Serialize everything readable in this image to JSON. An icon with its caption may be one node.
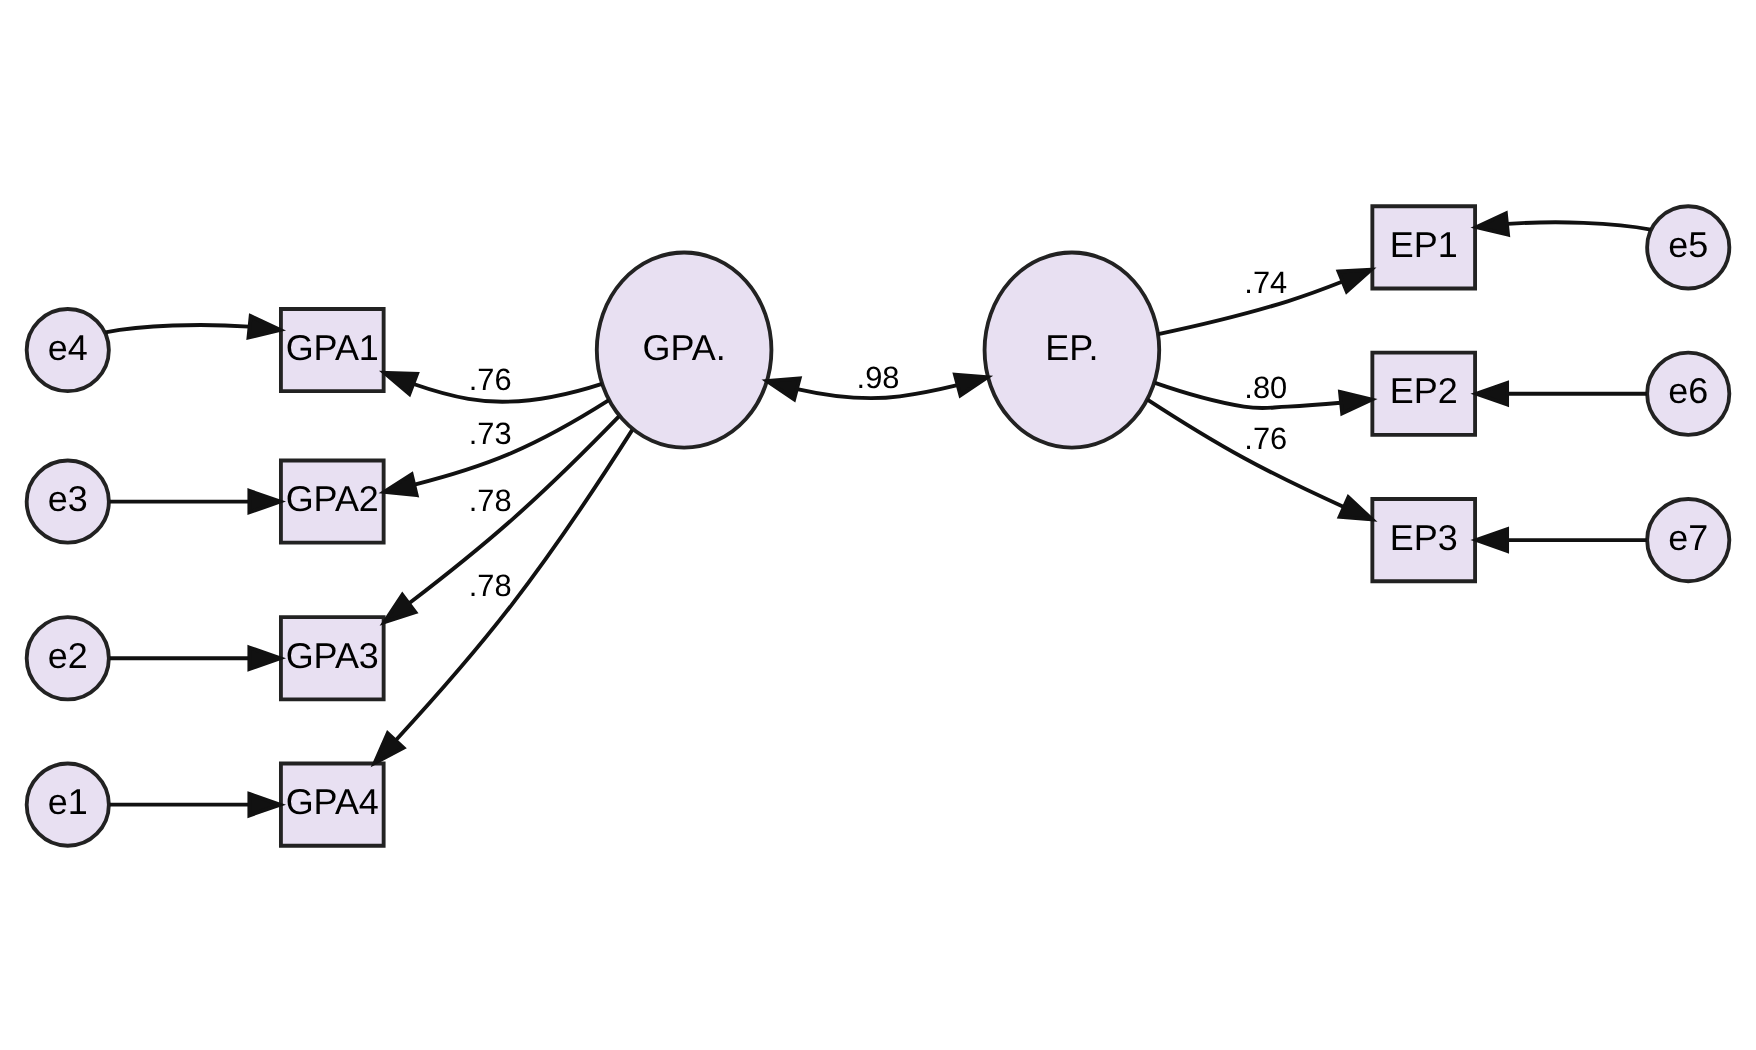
{
  "diagram": {
    "nodes": [
      {
        "text": [
          "e4"
        ]
      },
      {
        "text": [
          "GPA1"
        ]
      },
      {
        "text": [
          "e3"
        ]
      },
      {
        "text": [
          "GPA2"
        ]
      },
      {
        "text": [
          "e2"
        ]
      },
      {
        "text": [
          "GPA3"
        ]
      },
      {
        "text": [
          "e1"
        ]
      },
      {
        "text": [
          "GPA4"
        ]
      },
      {
        "text": [
          "GPA."
        ]
      },
      {
        "text": [
          "EP."
        ]
      },
      {
        "text": [
          "EP1"
        ]
      },
      {
        "text": [
          "e5"
        ]
      },
      {
        "text": [
          "EP2"
        ]
      },
      {
        "text": [
          "e6"
        ]
      },
      {
        "text": [
          "EP3"
        ]
      },
      {
        "text": [
          "e7"
        ]
      }
    ],
    "edges": [
      {
        "from": 0,
        "to": 1,
        "arrow": "to"
      },
      {
        "from": 2,
        "to": 3,
        "arrow": "to"
      },
      {
        "from": 4,
        "to": 5,
        "arrow": "to"
      },
      {
        "from": 6,
        "to": 7,
        "arrow": "to"
      },
      {
        "from": 8,
        "to": 1,
        "arrow": "to",
        "label": ".76"
      },
      {
        "from": 8,
        "to": 3,
        "arrow": "to",
        "label": ".73"
      },
      {
        "from": 8,
        "to": 5,
        "arrow": "to",
        "label": ".78"
      },
      {
        "from": 8,
        "to": 7,
        "arrow": "to",
        "label": ".78"
      },
      {
        "from": 8,
        "to": 9,
        "arrow": "both",
        "label": ".98"
      },
      {
        "from": 9,
        "to": 10,
        "arrow": "to",
        "label": ".74"
      },
      {
        "from": 9,
        "to": 12,
        "arrow": "to",
        "label": ".80"
      },
      {
        "from": 9,
        "to": 14,
        "arrow": "to",
        "label": ".76"
      },
      {
        "from": 11,
        "to": 10,
        "arrow": "to"
      },
      {
        "from": 13,
        "to": 12,
        "arrow": "to"
      },
      {
        "from": 15,
        "to": 14,
        "arrow": "to"
      }
    ]
  }
}
